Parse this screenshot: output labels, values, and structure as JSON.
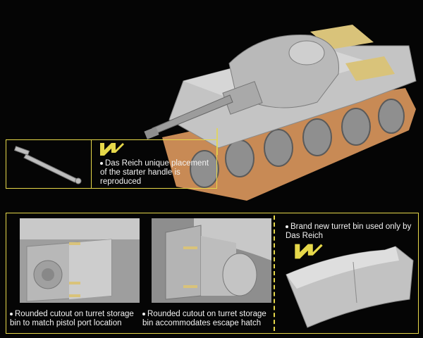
{
  "callouts": {
    "starter_handle": "Das Reich unique placement of the starter handle is reproduced",
    "cutout_pistol_port": "Rounded cutout on turret storage bin to match pistol port location",
    "cutout_escape_hatch": "Rounded cutout on turret storage bin accommodates escape hatch",
    "turret_bin": "Brand new turret bin used only by Das Reich"
  },
  "colors": {
    "background": "#050505",
    "frame": "#e6d84a",
    "text": "#f2f2f2",
    "model_grey": "#b9b9b9",
    "tracks": "#c88a55",
    "photo_etch": "#d9c37a"
  },
  "icons": [
    "das-reich-rune-icon"
  ]
}
